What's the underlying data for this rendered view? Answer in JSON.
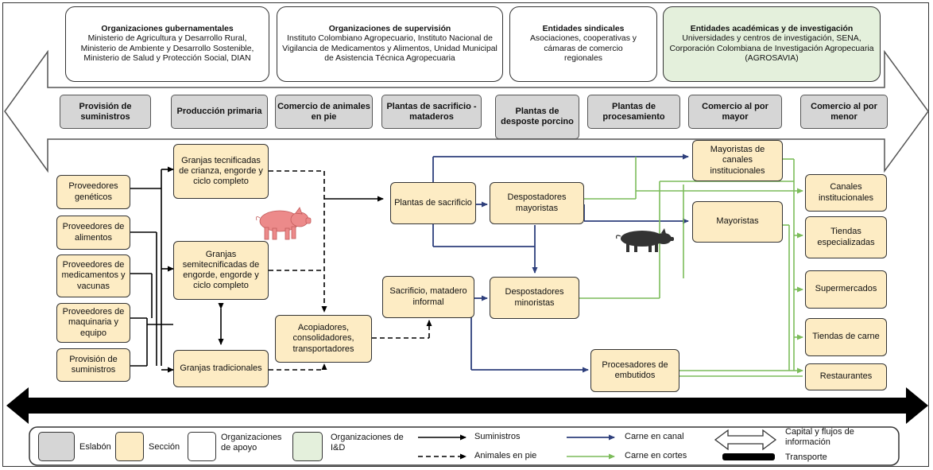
{
  "organizations": [
    {
      "title": "Organizaciones gubernamentales",
      "body": "Ministerio de Agricultura y Desarrollo Rural, Ministerio de Ambiente y Desarrollo Sostenible, Ministerio de Salud y Protección Social, DIAN"
    },
    {
      "title": "Organizaciones de supervisión",
      "body": "Instituto Colombiano Agropecuario, Instituto Nacional de Vigilancia de Medicamentos y Alimentos, Unidad Municipal de Asistencia Técnica Agropecuaria"
    },
    {
      "title": "Entidades sindicales",
      "body": "Asociaciones, cooperativas y cámaras de comercio regionales"
    },
    {
      "title": "Entidades académicas y de investigación",
      "body": "Universidades y centros de investigación, SENA, Corporación Colombiana de Investigación Agropecuaria (AGROSAVIA)"
    }
  ],
  "links": [
    "Provisión de suministros",
    "Producción primaria",
    "Comercio de animales en pie",
    "Plantas de sacrificio - mataderos",
    "Plantas de desposte porcino",
    "Plantas de procesamiento",
    "Comercio al por mayor",
    "Comercio al por menor"
  ],
  "sections": {
    "prov_geneticos": "Proveedores genéticos",
    "prov_alimentos": "Proveedores de alimentos",
    "prov_medicamentos": "Proveedores de medicamentos y vacunas",
    "prov_maquinaria": "Proveedores de maquinaria y equipo",
    "provision_suministros": "Provisión de suministros",
    "granjas_tecnificadas": "Granjas tecnificadas de crianza, engorde y ciclo completo",
    "granjas_semitecnificadas": "Granjas semitecnificadas de engorde, engorde y ciclo completo",
    "granjas_tradicionales": "Granjas tradicionales",
    "acopiadores": "Acopiadores, consolidadores, transportadores",
    "plantas_sacrificio": "Plantas de sacrificio",
    "sacrificio_informal": "Sacrificio, matadero informal",
    "desp_mayoristas": "Despostadores mayoristas",
    "desp_minoristas": "Despostadores minoristas",
    "procesadores": "Procesadores de embutidos",
    "mayoristas_canales": "Mayoristas de canales institucionales",
    "mayoristas": "Mayoristas",
    "canales_institucionales": "Canales institucionales",
    "tiendas_especializadas": "Tiendas especializadas",
    "supermercados": "Supermercados",
    "tiendas_carne": "Tiendas de carne",
    "restaurantes": "Restaurantes"
  },
  "legend": {
    "eslabon": "Eslabón",
    "seccion": "Sección",
    "org_apoyo": "Organizaciones de apoyo",
    "org_id": "Organizaciones de I&D",
    "suministros": "Suministros",
    "animales_pie": "Animales en pie",
    "carne_canal": "Carne en canal",
    "carne_cortes": "Carne en cortes",
    "capital": "Capital y flujos de información",
    "transporte": "Transporte"
  },
  "colors": {
    "eslabon": "#d6d6d6",
    "seccion": "#fdecc4",
    "id": "#e4f0dc",
    "canal": "#2e3f7c",
    "cortes": "#7cbc5a",
    "pig_pink": "#ec8a8a",
    "pig_black": "#333333"
  },
  "icons": [
    "pink-pig-icon",
    "black-pig-icon"
  ]
}
